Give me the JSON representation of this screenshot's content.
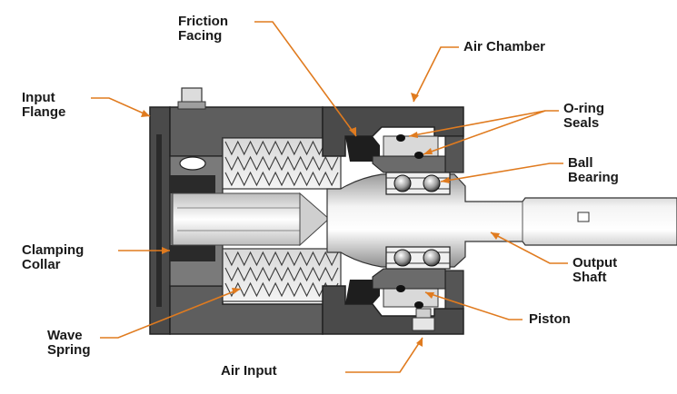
{
  "colors": {
    "housing_dark": "#3a3a3a",
    "housing_mid": "#6b6b6b",
    "steel_light": "#e8e8e8",
    "leader": "#e07b1f",
    "text": "#1a1a1a"
  },
  "labels": {
    "friction_facing": [
      "Friction",
      "Facing"
    ],
    "air_chamber": [
      "Air Chamber"
    ],
    "input_flange": [
      "Input",
      "Flange"
    ],
    "o_ring_seals": [
      "O-ring",
      "Seals"
    ],
    "ball_bearing": [
      "Ball",
      "Bearing"
    ],
    "clamping_collar": [
      "Clamping",
      "Collar"
    ],
    "output_shaft": [
      "Output",
      "Shaft"
    ],
    "wave_spring": [
      "Wave",
      "Spring"
    ],
    "piston": [
      "Piston"
    ],
    "air_input": [
      "Air Input"
    ]
  }
}
